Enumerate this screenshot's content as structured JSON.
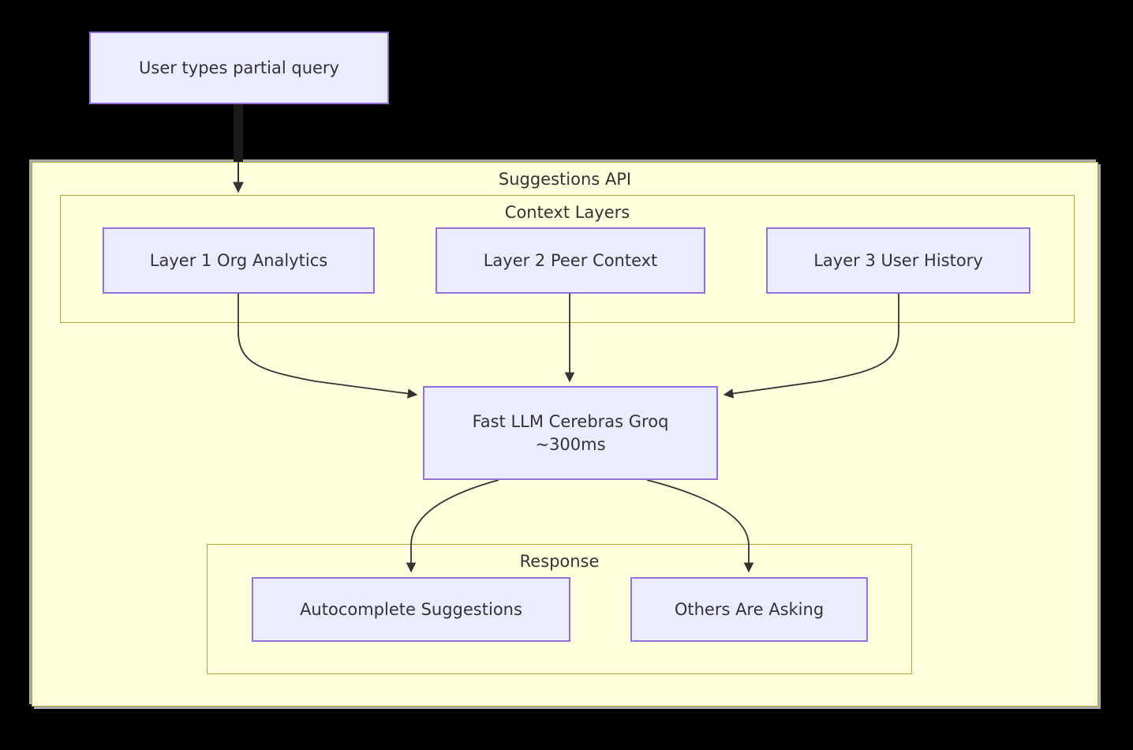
{
  "diagram": {
    "type": "flowchart",
    "direction": "top-down",
    "background_color": "#000000",
    "node_fill": "#ececff",
    "node_stroke": "#9370db",
    "cluster_fill": "#ffffde",
    "cluster_stroke": "#aaaa33",
    "text_color": "#333333",
    "edge_color": "#333333"
  },
  "entry": {
    "label": "User types partial query"
  },
  "suggestions_api": {
    "title": "Suggestions API",
    "context_layers": {
      "title": "Context Layers",
      "nodes": [
        {
          "label": "Layer 1 Org Analytics"
        },
        {
          "label": "Layer 2 Peer Context"
        },
        {
          "label": "Layer 3 User History"
        }
      ]
    },
    "llm": {
      "line1": "Fast LLM Cerebras Groq",
      "line2": "~300ms"
    },
    "response": {
      "title": "Response",
      "nodes": [
        {
          "label": "Autocomplete Suggestions"
        },
        {
          "label": "Others Are Asking"
        }
      ]
    }
  },
  "edges": [
    {
      "from": "User types partial query",
      "to": "Context Layers"
    },
    {
      "from": "Layer 1 Org Analytics",
      "to": "Fast LLM Cerebras Groq"
    },
    {
      "from": "Layer 2 Peer Context",
      "to": "Fast LLM Cerebras Groq"
    },
    {
      "from": "Layer 3 User History",
      "to": "Fast LLM Cerebras Groq"
    },
    {
      "from": "Fast LLM Cerebras Groq",
      "to": "Autocomplete Suggestions"
    },
    {
      "from": "Fast LLM Cerebras Groq",
      "to": "Others Are Asking"
    }
  ]
}
